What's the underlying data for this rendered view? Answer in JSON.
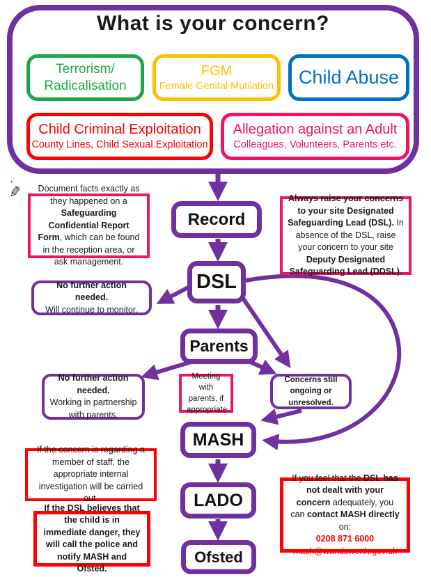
{
  "header": {
    "title": "What is your concern?"
  },
  "colors": {
    "purple": "#7030A0",
    "green": "#1BA64A",
    "gold": "#FFC000",
    "blue": "#0070C0",
    "red": "#FF0000",
    "pink": "#ED1567"
  },
  "concerns": {
    "terrorism": {
      "lines": [
        "Terrorism/",
        "Radicalisation"
      ]
    },
    "fgm": {
      "title": "FGM",
      "subtitle": "Female Genital Mutilation"
    },
    "child_abuse": {
      "title": "Child Abuse"
    },
    "cce": {
      "title": "Child Criminal Exploitation",
      "subtitle": "County Lines, Child Sexual Exploitation"
    },
    "allegation": {
      "title": "Allegation against an Adult",
      "subtitle": "Colleagues, Volunteers, Parents etc."
    }
  },
  "flow": {
    "record": "Record",
    "dsl": "DSL",
    "parents": "Parents",
    "mash": "MASH",
    "lado": "LADO",
    "ofsted": "Ofsted"
  },
  "icons": {
    "pen": "✎",
    "pen_star": "⁺"
  },
  "notes": {
    "record_form": {
      "parts": [
        {
          "t": "Document facts exactly as they happened on a ",
          "b": false
        },
        {
          "t": "Safeguarding Confidential Report Form",
          "b": true
        },
        {
          "t": ", which can be found in the reception area, or ask management.",
          "b": false
        }
      ]
    },
    "dsl_raise": {
      "parts": [
        {
          "t": "Always raise your concerns to your site Designated Safeguarding Lead (DSL).",
          "b": true
        },
        {
          "t": " In absence of the DSL, raise your concern to your site ",
          "b": false
        },
        {
          "t": "Deputy Designated Safeguarding Lead (DDSL).",
          "b": true
        }
      ]
    },
    "no_action_monitor": {
      "line1": "No further action needed.",
      "line2": "Will continue to monitor."
    },
    "no_action_partnership": {
      "line1": "No further action needed.",
      "line2": "Working in partnership with parents."
    },
    "meeting_parents": {
      "text": "Meeting with parents, if appropriate."
    },
    "concerns_ongoing": {
      "text": "Concerns still ongoing or unresolved."
    },
    "staff_investigation": {
      "text": "If the concern is regarding a member of staff, the appropriate internal investigation will be carried out."
    },
    "immediate_danger": {
      "text": "If the DSL believes that the child is in immediate danger, they will call the police and notify MASH and Ofsted."
    },
    "mash_contact": {
      "parts": [
        {
          "t": "If you feel that the ",
          "b": false
        },
        {
          "t": "DSL has not dealt with your concern",
          "b": true
        },
        {
          "t": " adequately, you can ",
          "b": false
        },
        {
          "t": "contact MASH directly",
          "b": true
        },
        {
          "t": " on:",
          "b": false
        }
      ],
      "phone": "0208 871 6000",
      "email": "mash@wandsworth.gov.uk"
    }
  }
}
